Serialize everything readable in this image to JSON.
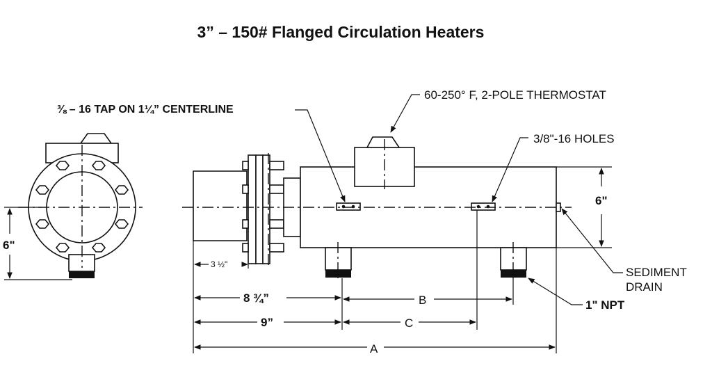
{
  "title": "3” – 150# Flanged Circulation Heaters",
  "labels": {
    "tap": "⅜ – 16 TAP ON 1¼” CENTERLINE",
    "thermostat": "60-250° F, 2-POLE THERMOSTAT",
    "holes": "3/8\"-16 HOLES",
    "dim_6_left": "6\"",
    "dim_6_right": "6\"",
    "dim_3_5": "3 ½\"",
    "dim_8_75": "8 ¾”",
    "dim_9": "9”",
    "dim_b": "B",
    "dim_c": "C",
    "dim_a": "A",
    "sediment_1": "SEDIMENT",
    "sediment_2": "DRAIN",
    "npt": "1\" NPT"
  }
}
